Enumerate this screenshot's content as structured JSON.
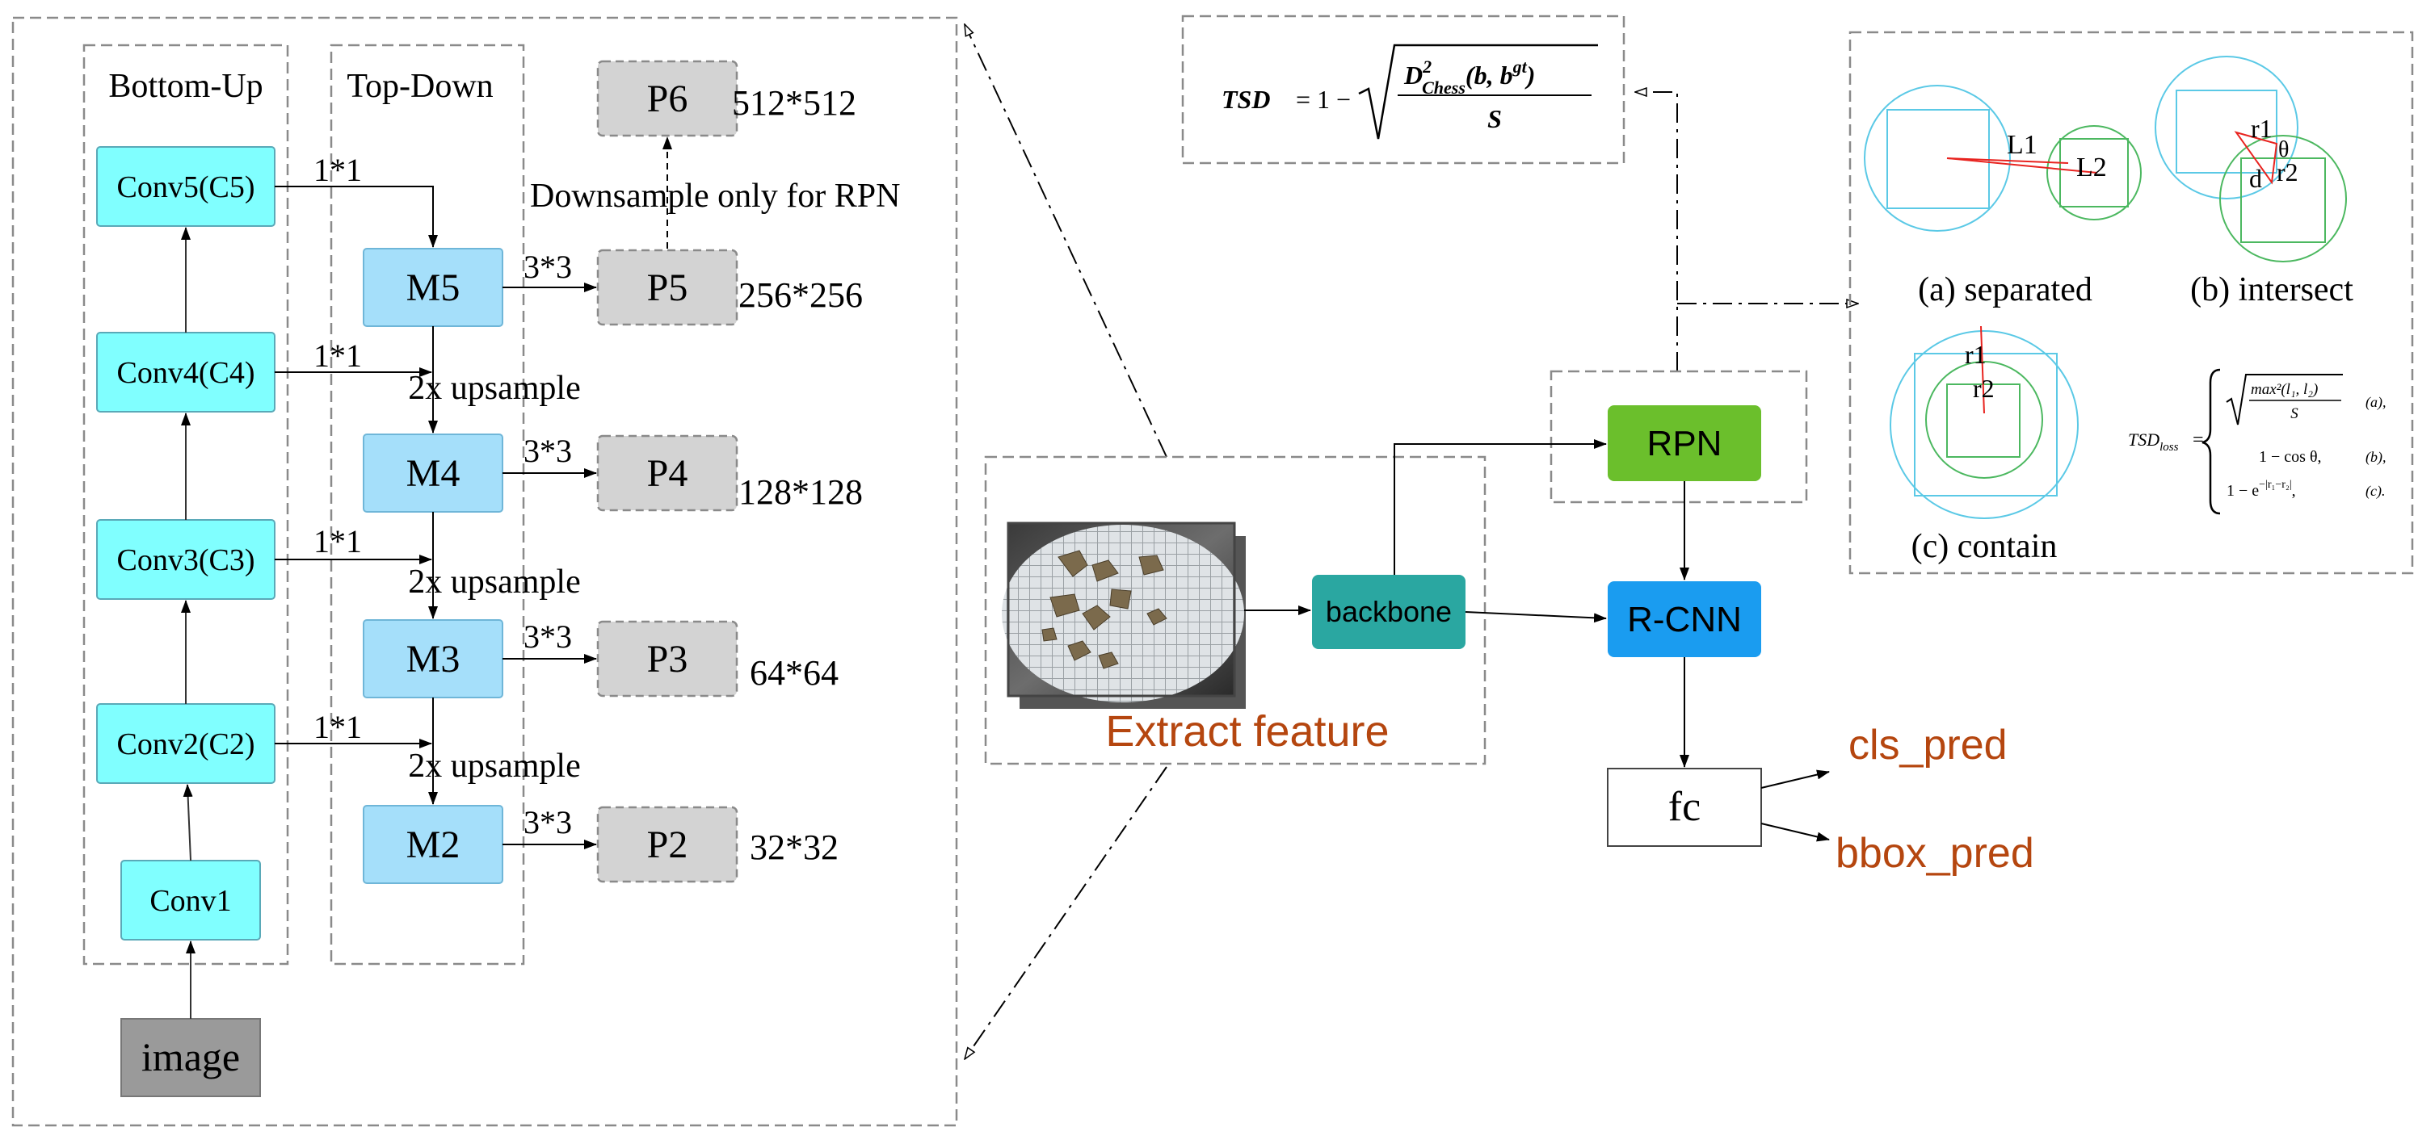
{
  "fpn": {
    "bottom_up_label": "Bottom-Up",
    "top_down_label": "Top-Down",
    "image_label": "image",
    "conv_nodes": [
      "Conv1",
      "Conv2(C2)",
      "Conv3(C3)",
      "Conv4(C4)",
      "Conv5(C5)"
    ],
    "m_nodes": [
      "M2",
      "M3",
      "M4",
      "M5"
    ],
    "p_nodes": [
      "P2",
      "P3",
      "P4",
      "P5",
      "P6"
    ],
    "p_sizes": [
      "32*32",
      "64*64",
      "128*128",
      "256*256",
      "512*512"
    ],
    "lateral_label": "1*1",
    "smooth_label": "3*3",
    "upsample_label": "2x upsample",
    "downsample_note": "Downsample only for RPN"
  },
  "pipeline": {
    "backbone_label": "backbone",
    "extract_label": "Extract feature",
    "rpn_label": "RPN",
    "rcnn_label": "R-CNN",
    "fc_label": "fc",
    "cls_label": "cls_pred",
    "bbox_label": "bbox_pred"
  },
  "tsd_formula": {
    "lhs": "TSD",
    "eq": "= 1 −",
    "numerator_D": "D",
    "numerator_sup": "2",
    "numerator_sub": "Chess",
    "numerator_args": "(b, b",
    "numerator_gt": "gt",
    "numerator_close": ")",
    "denominator": "S"
  },
  "cases": {
    "separated": "(a) separated",
    "intersect": "(b) intersect",
    "contain": "(c) contain",
    "L1": "L1",
    "L2": "L2",
    "r1": "r1",
    "r2": "r2",
    "theta": "θ",
    "d": "d"
  },
  "tsd_loss": {
    "lhs_main": "TSD",
    "lhs_sub": "loss",
    "eq": "=",
    "case_a_num": "max²(l₁, l₂)",
    "case_a_den": "S",
    "case_a_tag": "(a),",
    "case_b_expr": "1 − cos θ,",
    "case_b_tag": "(b),",
    "case_c_expr": "1 − e",
    "case_c_exp": "−|r₁−r₂|",
    "case_c_comma": ",",
    "case_c_tag": "(c)."
  },
  "colors": {
    "conv_fill": "#80FFFF",
    "m_fill": "#A5DFFA",
    "p_fill": "#D3D3D3",
    "image_fill": "#9A9A9A",
    "backbone_fill": "#2AA7A1",
    "rpn_fill": "#6BBF2C",
    "rcnn_fill": "#1A9CF0",
    "accent_text": "#B5460F",
    "cyan_stroke": "#5BC9E6",
    "green_stroke": "#4CB860",
    "red_stroke": "#E8231F"
  }
}
